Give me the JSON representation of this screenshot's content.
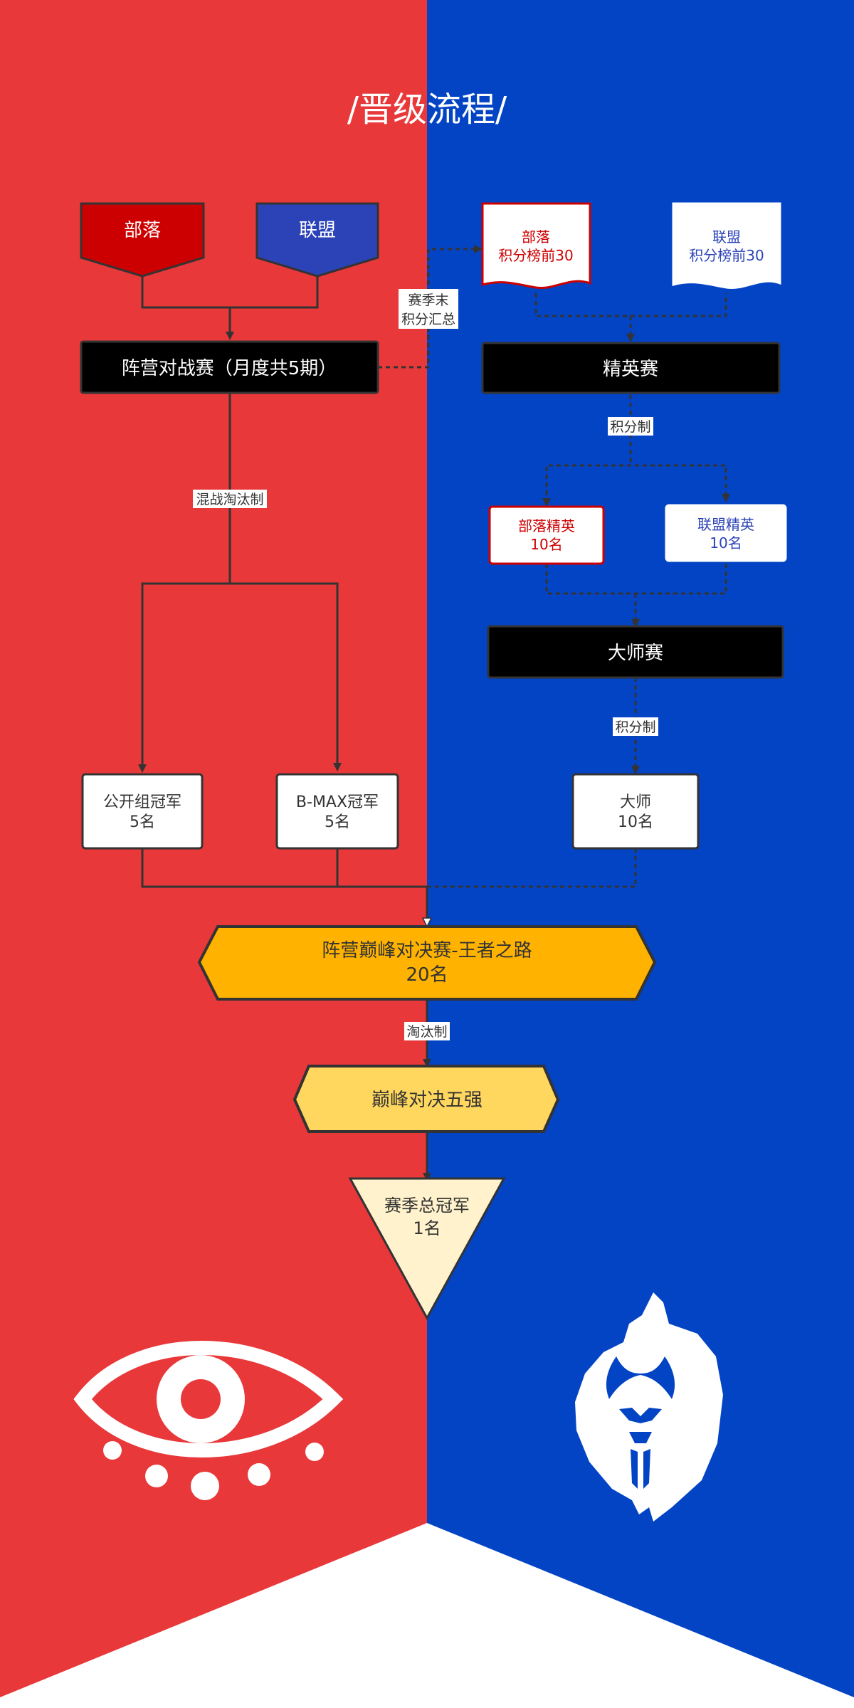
{
  "title": "/晋级流程/",
  "colors": {
    "left_bg": "#E8383A",
    "right_bg": "#0344C4",
    "tribe_red": "#CC0000",
    "alliance_blue": "#2C43B8",
    "final_orange": "#FFB300",
    "top5_yellow": "#FFD75E",
    "champion_cream": "#FFF2CC"
  },
  "nodes": {
    "tribe": "部落",
    "alliance": "联盟",
    "faction_battle": "阵营对战赛（月度共5期）",
    "tribe_top30_line1": "部落",
    "tribe_top30_line2": "积分榜前30",
    "alliance_top30_line1": "联盟",
    "alliance_top30_line2": "积分榜前30",
    "elite": "精英赛",
    "tribe_elite_line1": "部落精英",
    "tribe_elite_line2": "10名",
    "alliance_elite_line1": "联盟精英",
    "alliance_elite_line2": "10名",
    "master_match": "大师赛",
    "open_champion_line1": "公开组冠军",
    "open_champion_line2": "5名",
    "bmax_champion_line1": "B-MAX冠军",
    "bmax_champion_line2": "5名",
    "master_line1": "大师",
    "master_line2": "10名",
    "peak_final_line1": "阵营巅峰对决赛-王者之路",
    "peak_final_line2": "20名",
    "peak_top5": "巅峰对决五强",
    "season_champion_line1": "赛季总冠军",
    "season_champion_line2": "1名"
  },
  "edge_labels": {
    "season_end_line1": "赛季末",
    "season_end_line2": "积分汇总",
    "points_1": "积分制",
    "mixed_elimination": "混战淘汰制",
    "points_2": "积分制",
    "elimination": "淘汰制"
  },
  "icons": {
    "tribe_emblem": "eye-icon",
    "alliance_emblem": "lion-head-icon"
  }
}
